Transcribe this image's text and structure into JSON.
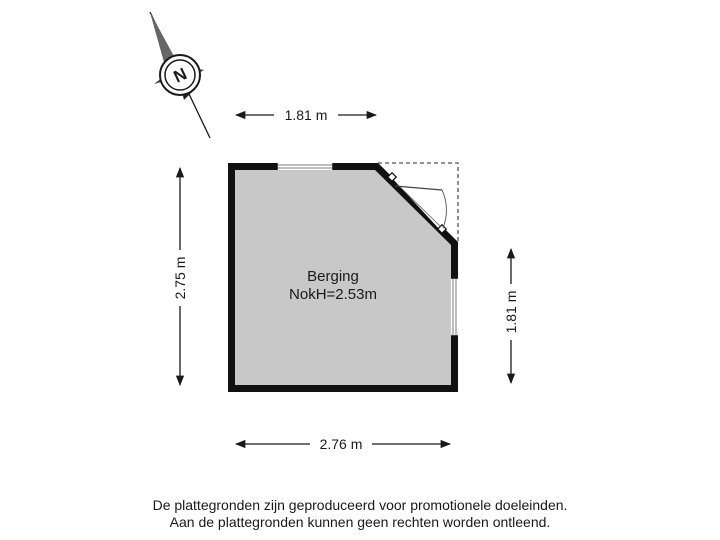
{
  "room": {
    "name": "Berging",
    "height_label": "NokH=2.53m"
  },
  "dimensions": {
    "top_width": "1.81 m",
    "bottom_width": "2.76 m",
    "left_height": "2.75 m",
    "right_height": "1.81 m"
  },
  "compass": {
    "north_label": "N",
    "icon": "compass-rose-icon"
  },
  "disclaimer": {
    "line1": "De plattegronden zijn geproduceerd voor promotionele doeleinden.",
    "line2": "Aan de plattegronden kunnen geen rechten worden ontleend."
  },
  "colors": {
    "wall": "#111111",
    "floor": "#c8c8c8",
    "dim_line": "#1a1a1a",
    "dashed_outline": "#555555"
  }
}
